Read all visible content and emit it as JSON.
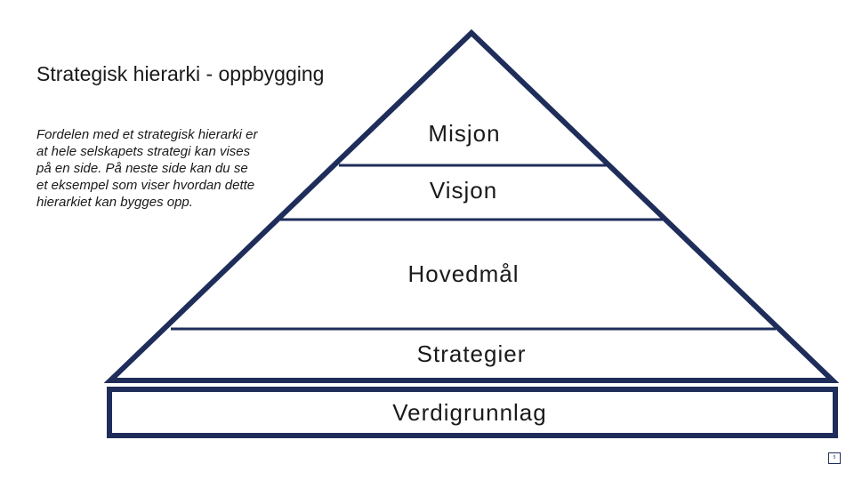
{
  "slide": {
    "title": "Strategisk hierarki - oppbygging",
    "intro": "Fordelen med et strategisk hierarki er at hele selskapets strategi kan vises på en side. På neste side kan du se et eksempel som viser hvordan dette hierarkiet kan bygges opp.",
    "page_number": "5"
  },
  "pyramid": {
    "levels": [
      "Misjon",
      "Visjon",
      "Hovedmål",
      "Strategier"
    ],
    "base": "Verdigrunnlag",
    "outline_color": "#1f2d5a"
  }
}
